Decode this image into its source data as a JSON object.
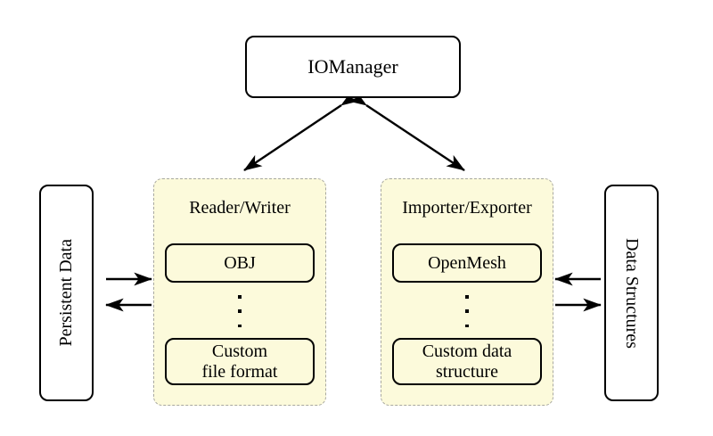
{
  "diagram": {
    "title_node": {
      "label": "IOManager"
    },
    "left_side_box": {
      "label": "Persistent Data"
    },
    "right_side_box": {
      "label": "Data Structures"
    },
    "panels": [
      {
        "title": "Reader/Writer",
        "items": [
          {
            "label": "OBJ"
          },
          {
            "label": "Custom\nfile format"
          }
        ],
        "ellipsis": "vertical-dots"
      },
      {
        "title": "Importer/Exporter",
        "items": [
          {
            "label": "OpenMesh"
          },
          {
            "label": "Custom data\nstructure"
          }
        ],
        "ellipsis": "vertical-dots"
      }
    ],
    "connectors": [
      {
        "name": "iomanager-to-reader-writer",
        "style": "double-headed-diagonal"
      },
      {
        "name": "iomanager-to-importer-exporter",
        "style": "double-headed-diagonal"
      },
      {
        "name": "persistent-data-to-reader-writer",
        "style": "arrow-right"
      },
      {
        "name": "reader-writer-to-persistent-data",
        "style": "arrow-left"
      },
      {
        "name": "importer-exporter-to-data-structures",
        "style": "arrow-left"
      },
      {
        "name": "data-structures-to-importer-exporter",
        "style": "arrow-right"
      }
    ],
    "colors": {
      "panel_fill": "#fcfadb",
      "panel_border": "#a8a8a0",
      "node_border": "#000000",
      "background": "#ffffff"
    }
  }
}
